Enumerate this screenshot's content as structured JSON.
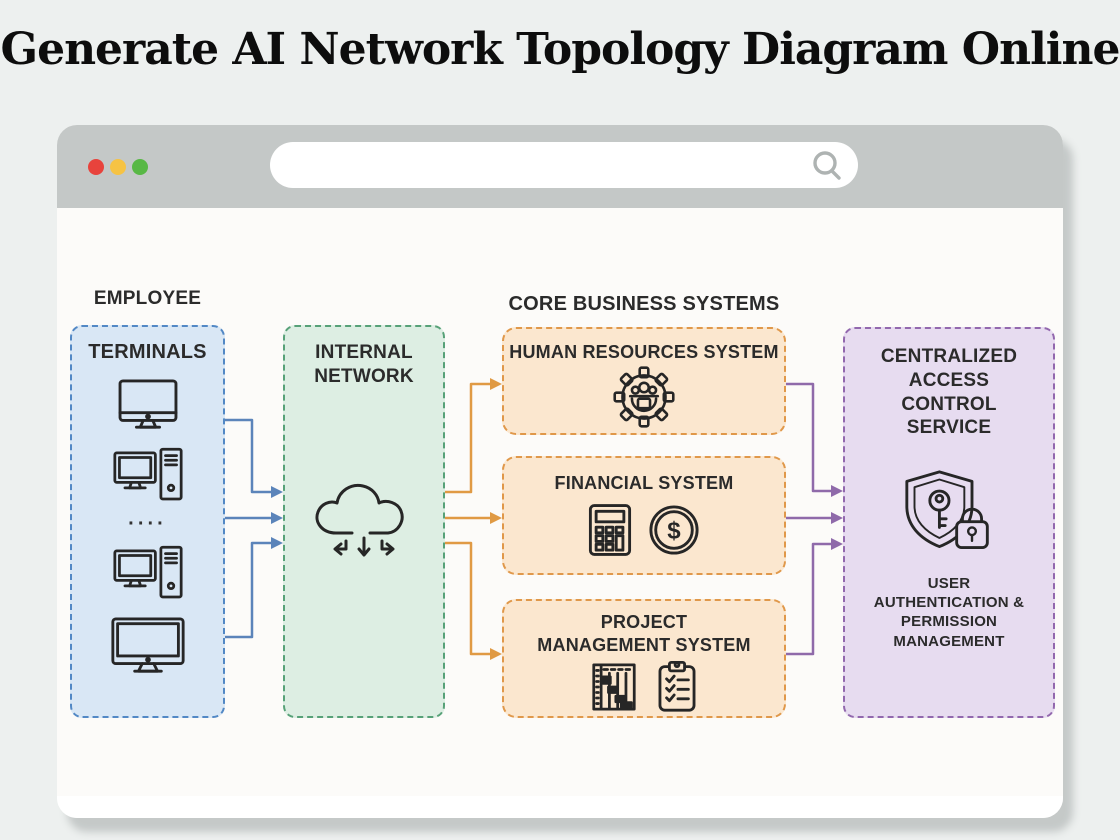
{
  "page": {
    "title": "Generate AI Network Topology Diagram Online",
    "background_color": "#edf0ef"
  },
  "browser": {
    "traffic_lights": [
      {
        "name": "close",
        "color": "#e8433c"
      },
      {
        "name": "minimize",
        "color": "#f6c344"
      },
      {
        "name": "zoom",
        "color": "#58b845"
      }
    ],
    "search": {
      "value": "",
      "placeholder": "",
      "icon": "magnifier-icon"
    }
  },
  "diagram": {
    "employee_label": "EMPLOYEE",
    "terminals": {
      "label": "TERMINALS",
      "fill": "#d9e7f5",
      "border": "#5288c5",
      "icons": [
        "desktop-monitor",
        "desktop-tower-pc",
        "more-terminals-ellipsis",
        "desktop-tower-pc",
        "widescreen-monitor"
      ],
      "ellipsis": "····"
    },
    "internal_network": {
      "label": "INTERNAL NETWORK",
      "fill": "#ddeee3",
      "border": "#57a178",
      "icon": "cloud-network"
    },
    "core_business": {
      "label": "CORE BUSINESS SYSTEMS",
      "fill": "#fbe7cf",
      "border": "#e0984a",
      "systems": [
        {
          "label": "HUMAN RESOURCES SYSTEM",
          "icons": [
            "gear-people"
          ]
        },
        {
          "label": "FINANCIAL SYSTEM",
          "icons": [
            "calculator",
            "dollar-coin"
          ],
          "dollar_sign": "$"
        },
        {
          "label": "PROJECT MANAGEMENT SYSTEM",
          "icons": [
            "gantt-chart",
            "task-checklist"
          ]
        }
      ]
    },
    "access_control": {
      "label": "CENTRALIZED ACCESS CONTROL SERVICE",
      "sublabel": "USER AUTHENTICATION & PERMISSION MANAGEMENT",
      "fill": "#e7dcf0",
      "border": "#9268ae",
      "icon": "shield-key-lock"
    },
    "arrow_colors": {
      "blue": "#5b84ba",
      "orange": "#e09a44",
      "purple": "#8f6aaa"
    }
  }
}
